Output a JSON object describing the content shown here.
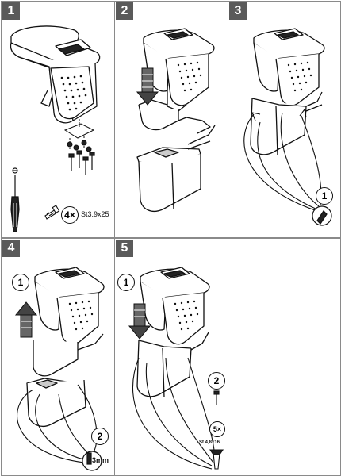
{
  "steps": [
    {
      "number": "1",
      "callouts": {
        "count": "4×",
        "screw_spec": "St3.9x25"
      }
    },
    {
      "number": "2"
    },
    {
      "number": "3",
      "callouts": {
        "order": "1"
      }
    },
    {
      "number": "4",
      "callouts": {
        "order_a": "1",
        "order_b": "2",
        "drill_size": "3mm"
      }
    },
    {
      "number": "5",
      "callouts": {
        "order_a": "1",
        "order_b": "2",
        "count": "5×",
        "screw_spec": "St 4,8x16"
      }
    }
  ]
}
